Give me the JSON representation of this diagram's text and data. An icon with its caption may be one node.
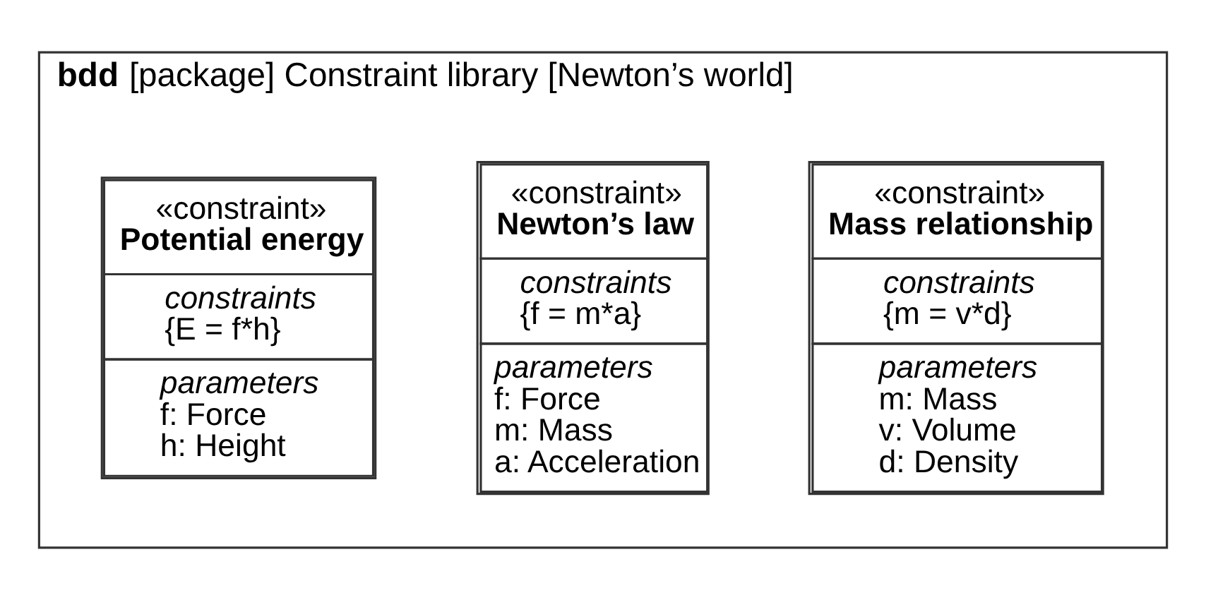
{
  "diagram": {
    "nodes": [
      {
        "text": [
          "**bdd** [package] Constraint library [Newton’s world]"
        ]
      },
      {
        "text": [
          "«constraint»",
          "Mass relationship",
          "constraints",
          "{m = v*d}",
          "parameters",
          "m: Mass",
          "v: Volume",
          "d: Density"
        ],
        "in": 0
      },
      {
        "text": [
          "«constraint»",
          "Newton’s law",
          "constraints",
          "{f = m*a}",
          "parameters",
          "f: Force",
          "m: Mass",
          "a: Acceleration"
        ],
        "in": 0
      },
      {
        "text": [
          "«constraint»",
          "Potential energy",
          "constraints",
          "{E = f*h}",
          "parameters",
          "f: Force",
          "h: Height"
        ],
        "in": 0
      }
    ],
    "edges": []
  }
}
